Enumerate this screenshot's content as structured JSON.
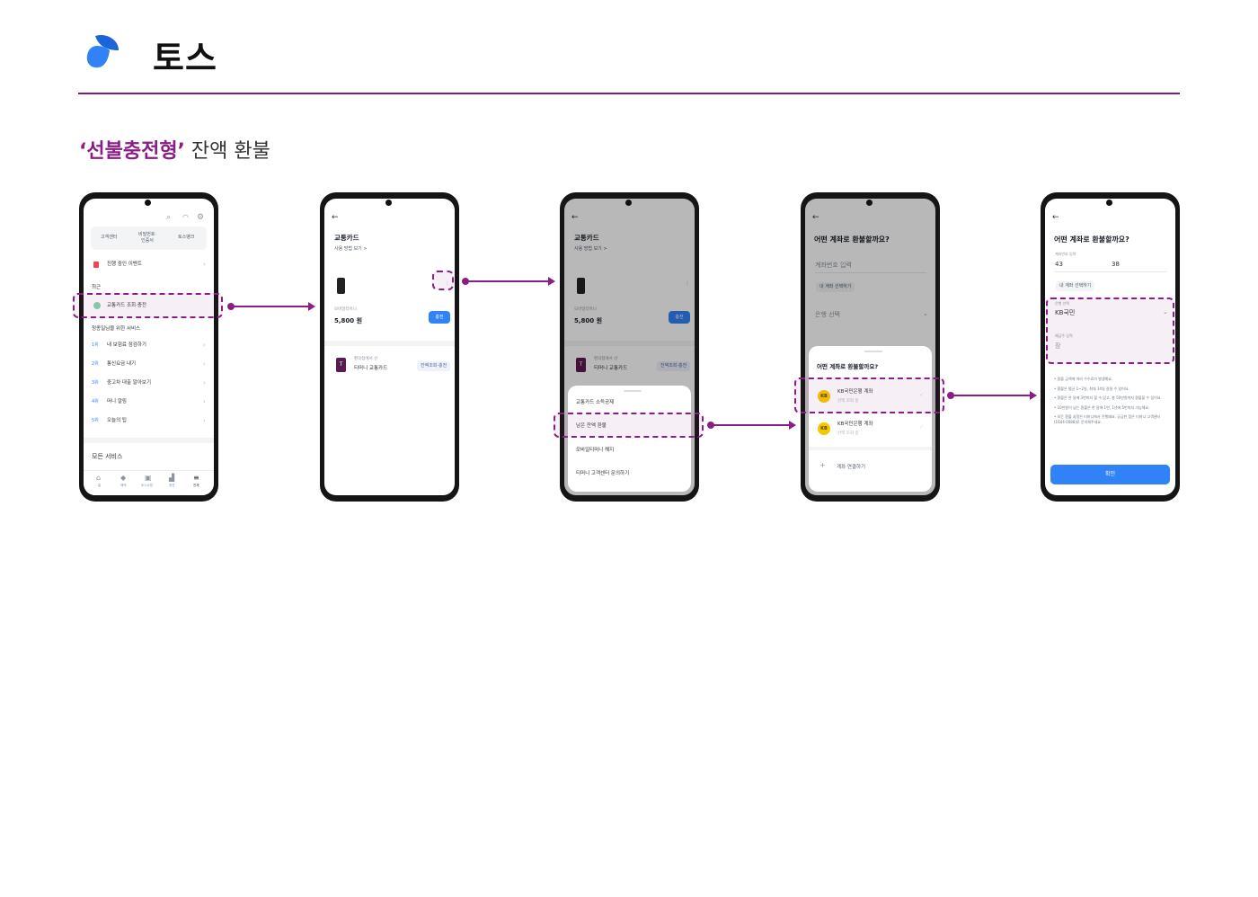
{
  "header": {
    "brand_name": "토스",
    "section_title_highlight": "‘선불충전형’",
    "section_title_rest": " 잔액 환불"
  },
  "colors": {
    "accent": "#8a1d86",
    "toss_blue": "#3182f6",
    "kb_yellow": "#f6c700"
  },
  "screen1": {
    "top_menu": [
      "고객센터",
      "비밀번호·\n인증서",
      "토스뱅크"
    ],
    "event": "진행 중인 이벤트",
    "recent_label": "최근",
    "recent_item": "교통카드 조회·충전",
    "services_title": "청종일님을 위한 서비스",
    "services": [
      {
        "rank": "1위",
        "label": "내 보험료 점검하기"
      },
      {
        "rank": "2위",
        "label": "통신요금 내기"
      },
      {
        "rank": "3위",
        "label": "중고차 대출 알아보기"
      },
      {
        "rank": "4위",
        "label": "머니 알림"
      },
      {
        "rank": "5위",
        "label": "오늘의 팁"
      }
    ],
    "all_services": "모든 서비스",
    "tabs": [
      "홈",
      "혜택",
      "토스쇼핑",
      "증권",
      "전체"
    ]
  },
  "screen2": {
    "title": "교통카드",
    "subtitle": "사용 방법 보기 >",
    "card_name": "모바일티머니",
    "balance": "5,800 원",
    "charge_label": "충전",
    "store_label": "편의점에서 산",
    "store_card": "티머니 교통카드",
    "store_chip": "잔액조회·충전"
  },
  "screen3": {
    "menu": [
      "교통카드 소득공제",
      "남은 잔액 환불",
      "모바일티머니 해지",
      "티머니 고객센터 문의하기"
    ]
  },
  "screen4": {
    "question": "어떤 계좌로 환불할까요?",
    "account_placeholder": "계좌번호 입력",
    "my_account_chip": "내 계좌 선택하기",
    "bank_placeholder": "은행 선택",
    "sheet_title": "어떤 계좌로 환불할까요?",
    "accounts": [
      {
        "name": "KB국민은행 계좌",
        "sub": "잔액 조회 중",
        "logo": "KB"
      },
      {
        "name": "KB국민은행 계좌",
        "sub": "잔액 조회 중",
        "logo": "KB"
      }
    ],
    "connect": "계좌 연결하기"
  },
  "screen5": {
    "question": "어떤 계좌로 환불할까요?",
    "account_label": "계좌번호 입력",
    "account_part1": "43",
    "account_part2": "38",
    "my_account_chip": "내 계좌 선택하기",
    "bank_label": "은행 선택",
    "bank_value": "KB국민",
    "holder_label": "예금주 입력",
    "holder_value": "장",
    "notes": [
      "• 환불 금액에 따라 수수료가 발생해요.",
      "• 환불은 평균 1~2일, 최대 14일 걸릴 수 있어요.",
      "• 환불은 한 달에 3번까지 할 수 있고, 총 50만원까지 환불할 수 있어요.",
      "• 10만원이 넘는 환불은 한 달에 1번, 1년에 5번까지 가능해요.",
      "• 모든 환불 과정은 티머니에서 진행돼요. 궁금한 점은 티머니 고객센터(1644-0088)로 문의해주세요."
    ],
    "confirm": "확인"
  }
}
